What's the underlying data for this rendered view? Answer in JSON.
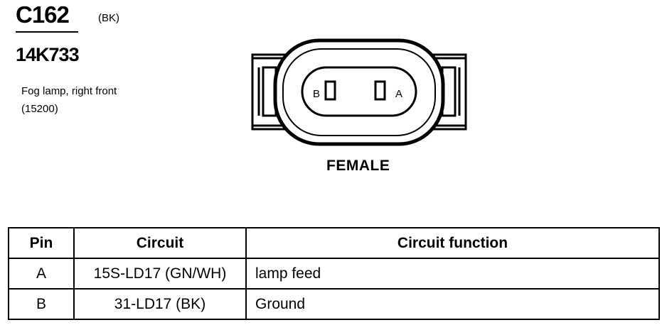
{
  "connector": {
    "id": "C162",
    "color": "(BK)",
    "part_number": "14K733",
    "description_line1": "Fog lamp, right front",
    "description_line2": "(15200)"
  },
  "diagram": {
    "pin_b_label": "B",
    "pin_a_label": "A",
    "gender": "FEMALE"
  },
  "table": {
    "headers": [
      "Pin",
      "Circuit",
      "Circuit function"
    ],
    "rows": [
      {
        "pin": "A",
        "circuit": "15S-LD17 (GN/WH)",
        "function": "lamp feed"
      },
      {
        "pin": "B",
        "circuit": "31-LD17 (BK)",
        "function": "Ground"
      }
    ]
  }
}
